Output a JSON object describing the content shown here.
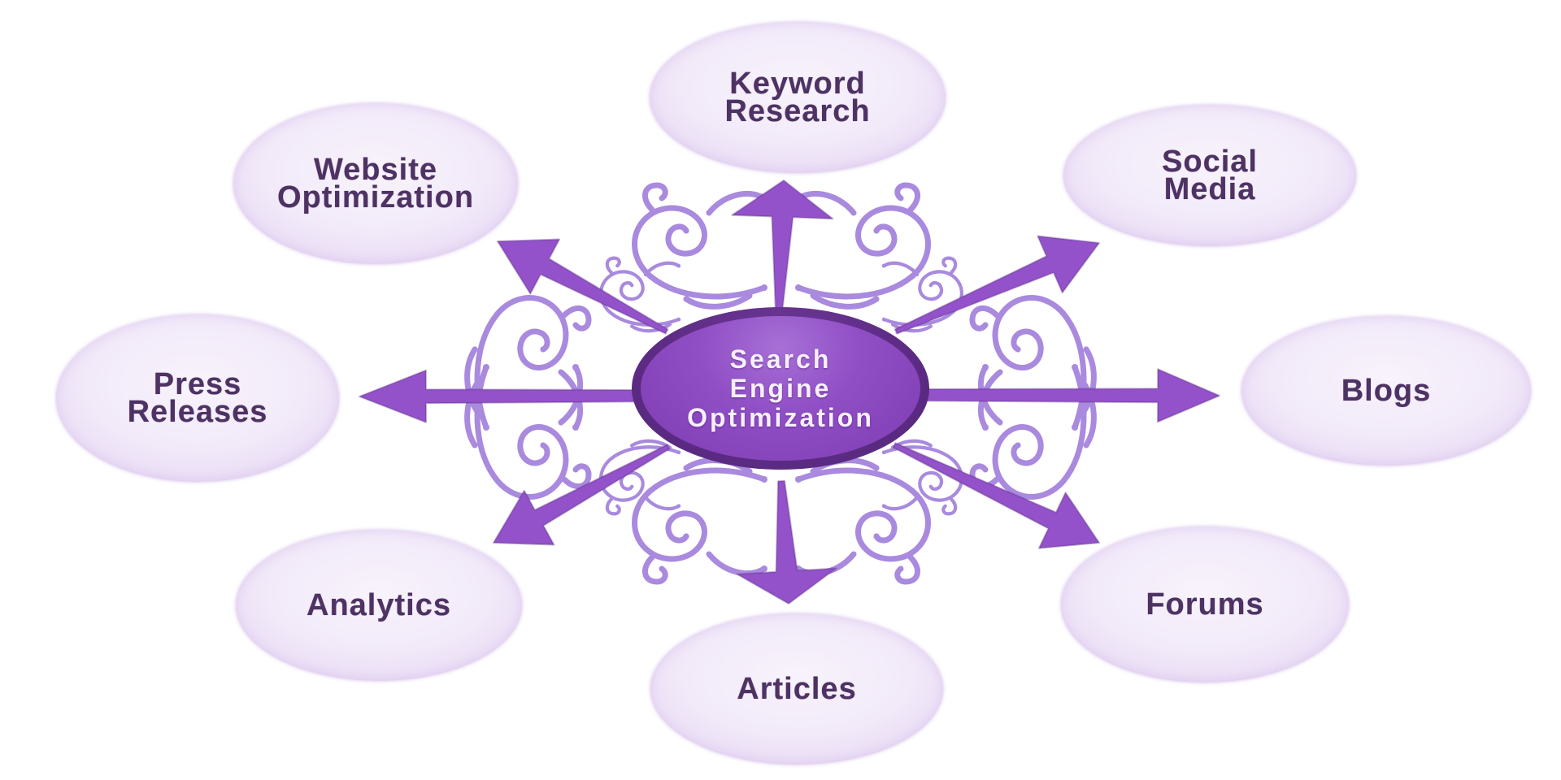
{
  "diagram": {
    "center": {
      "id": "search_engine_optimization",
      "label": "Search Engine Optimization",
      "line1": "Search",
      "line2": "Engine",
      "line3": "Optimization"
    },
    "nodes": {
      "keyword_research": {
        "label": "Keyword Research",
        "line1": "Keyword",
        "line2": "Research"
      },
      "website_optimization": {
        "label": "Website Optimization",
        "line1": "Website",
        "line2": "Optimization"
      },
      "social_media": {
        "label": "Social Media",
        "line1": "Social",
        "line2": "Media"
      },
      "press_releases": {
        "label": "Press Releases",
        "line1": "Press",
        "line2": "Releases"
      },
      "blogs": {
        "label": "Blogs",
        "line1": "Blogs"
      },
      "analytics": {
        "label": "Analytics",
        "line1": "Analytics"
      },
      "forums": {
        "label": "Forums",
        "line1": "Forums"
      },
      "articles": {
        "label": "Articles",
        "line1": "Articles"
      }
    },
    "edges": [
      {
        "from": "search_engine_optimization",
        "to": "keyword_research"
      },
      {
        "from": "search_engine_optimization",
        "to": "social_media"
      },
      {
        "from": "search_engine_optimization",
        "to": "blogs"
      },
      {
        "from": "search_engine_optimization",
        "to": "forums"
      },
      {
        "from": "search_engine_optimization",
        "to": "articles"
      },
      {
        "from": "search_engine_optimization",
        "to": "analytics"
      },
      {
        "from": "search_engine_optimization",
        "to": "press_releases"
      },
      {
        "from": "search_engine_optimization",
        "to": "website_optimization"
      }
    ],
    "colors": {
      "background": "#ffffff",
      "bubble_fill_center": "#f8f3fc",
      "bubble_rim": "#b189d5",
      "label_text": "#4d3263",
      "center_fill": "#8a48bf",
      "center_rim": "#54267c",
      "center_text": "#f7effd",
      "arrow": "#9352c9",
      "flourish": "#a98ade"
    }
  }
}
